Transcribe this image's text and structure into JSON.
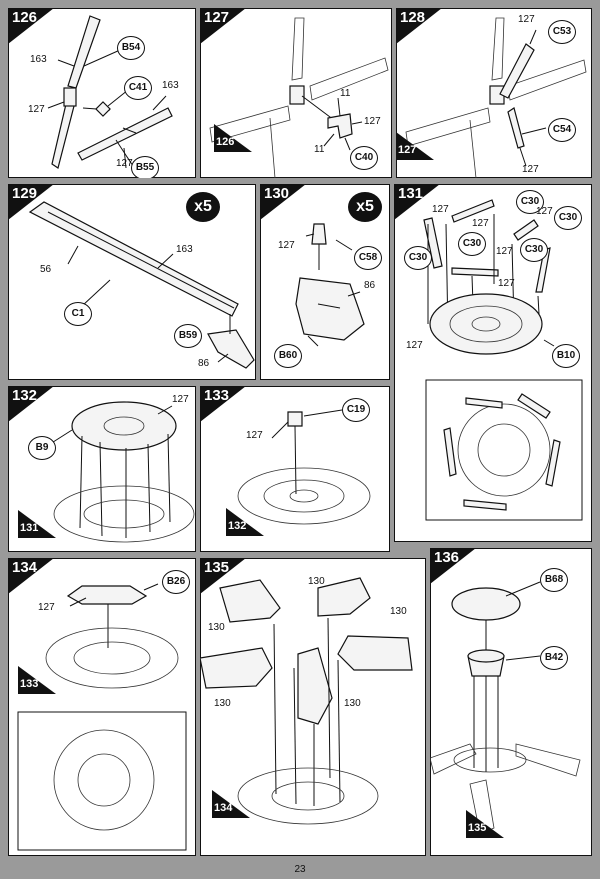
{
  "page_number": "23",
  "steps": [
    {
      "id": "126",
      "labels": [
        "163",
        "127",
        "163",
        "127"
      ],
      "parts": [
        "B54",
        "C41",
        "B55"
      ],
      "ref": ""
    },
    {
      "id": "127",
      "labels": [
        "11",
        "11",
        "127"
      ],
      "parts": [
        "C40"
      ],
      "ref": "126"
    },
    {
      "id": "128",
      "labels": [
        "127",
        "127"
      ],
      "parts": [
        "C53",
        "C54"
      ],
      "ref": "127"
    },
    {
      "id": "129",
      "labels": [
        "56",
        "163",
        "86"
      ],
      "parts": [
        "C1",
        "B59"
      ],
      "multiplier": "x5"
    },
    {
      "id": "130",
      "labels": [
        "127",
        "86"
      ],
      "parts": [
        "C58",
        "B60"
      ],
      "multiplier": "x5"
    },
    {
      "id": "131",
      "labels": [
        "127",
        "127",
        "127",
        "127",
        "127",
        "127"
      ],
      "parts": [
        "C30",
        "C30",
        "C30",
        "C30",
        "C30",
        "B10"
      ]
    },
    {
      "id": "132",
      "labels": [
        "127"
      ],
      "parts": [
        "B9"
      ],
      "ref": "131"
    },
    {
      "id": "133",
      "labels": [
        "127"
      ],
      "parts": [
        "C19"
      ],
      "ref": "132"
    },
    {
      "id": "134",
      "labels": [
        "127"
      ],
      "parts": [
        "B26"
      ],
      "ref": "133"
    },
    {
      "id": "135",
      "labels": [
        "130",
        "130",
        "130",
        "130",
        "130"
      ],
      "parts": [],
      "ref": "134"
    },
    {
      "id": "136",
      "labels": [],
      "parts": [
        "B68",
        "B42"
      ],
      "ref": "135"
    }
  ]
}
